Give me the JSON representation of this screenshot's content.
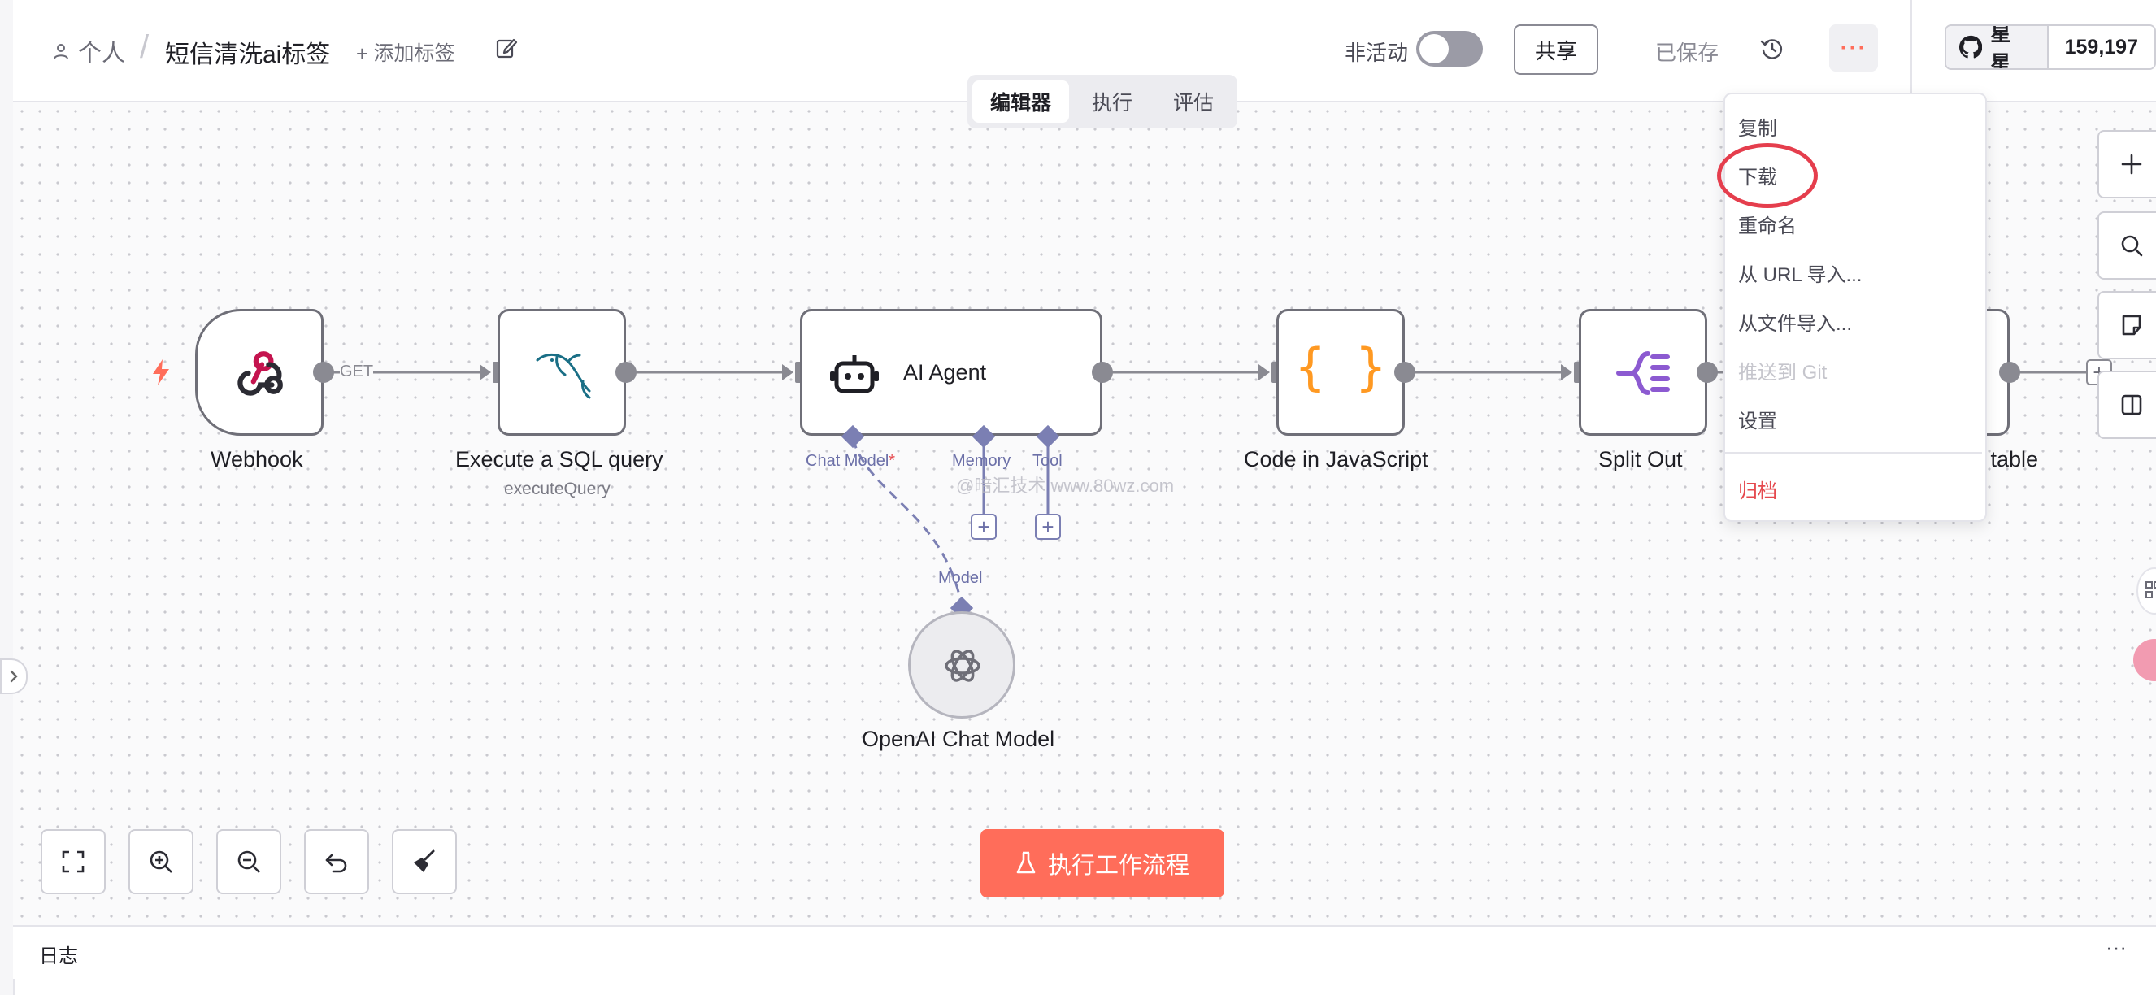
{
  "breadcrumb": {
    "owner": "个人",
    "separator": "/",
    "workflow_name": "短信清洗ai标签",
    "add_tag": "+ 添加标签"
  },
  "header": {
    "inactive_label": "非活动",
    "active": false,
    "share_label": "共享",
    "saved_label": "已保存",
    "more_label": "···",
    "github_label": "星星",
    "github_count": "159,197"
  },
  "tabs": [
    {
      "label": "编辑器",
      "active": true
    },
    {
      "label": "执行",
      "active": false
    },
    {
      "label": "评估",
      "active": false
    }
  ],
  "nodes": {
    "webhook": {
      "label": "Webhook",
      "edge_label": "GET"
    },
    "sql": {
      "label": "Execute a SQL query",
      "subtitle": "executeQuery"
    },
    "agent": {
      "label": "AI Agent",
      "port_chat_model": "Chat Model",
      "required_mark": "*",
      "port_memory": "Memory",
      "port_tool": "Tool"
    },
    "openai": {
      "label": "OpenAI Chat Model",
      "port_model": "Model"
    },
    "code": {
      "label": "Code in JavaScript",
      "glyph": "{ }"
    },
    "split": {
      "label": "Split Out"
    },
    "datatable": {
      "label": "a table"
    }
  },
  "watermark": "@暗汇技术 www.80wz.com",
  "run_button": "执行工作流程",
  "logs_label": "日志",
  "logs_more": "···",
  "menu": {
    "items": [
      {
        "label": "复制",
        "state": "normal"
      },
      {
        "label": "下载",
        "state": "highlighted"
      },
      {
        "label": "重命名",
        "state": "normal"
      },
      {
        "label": "从 URL 导入...",
        "state": "normal"
      },
      {
        "label": "从文件导入...",
        "state": "normal"
      },
      {
        "label": "推送到 Git",
        "state": "disabled"
      },
      {
        "label": "设置",
        "state": "normal"
      }
    ],
    "danger_item": "归档"
  },
  "colors": {
    "accent": "#ff6d5a",
    "subnode": "#7b7fb3",
    "highlight_ring": "#e53e4d"
  }
}
